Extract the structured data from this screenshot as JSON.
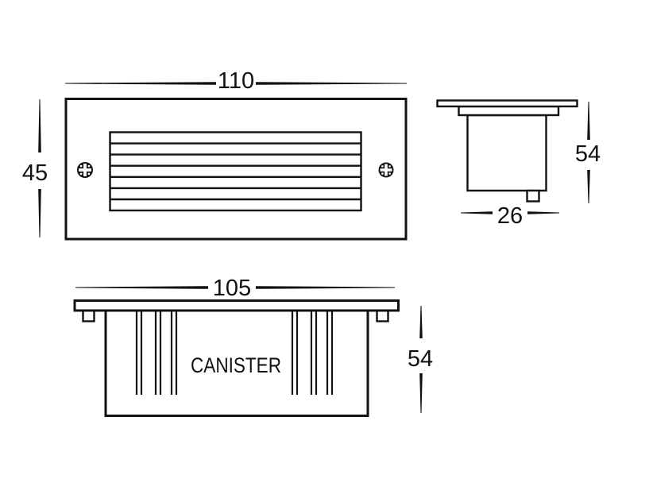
{
  "drawing": {
    "type": "technical-dimension-drawing",
    "colors": {
      "line": "#111111",
      "background": "#ffffff"
    },
    "front_view": {
      "width_dim": "110",
      "height_dim": "45",
      "features": {
        "grille_slat_count": 7,
        "screw_icon": "phillips-screw"
      }
    },
    "side_view": {
      "height_dim": "54",
      "width_dim": "26"
    },
    "bottom_view": {
      "width_dim": "105",
      "height_dim": "54",
      "label": "CANISTER"
    }
  }
}
